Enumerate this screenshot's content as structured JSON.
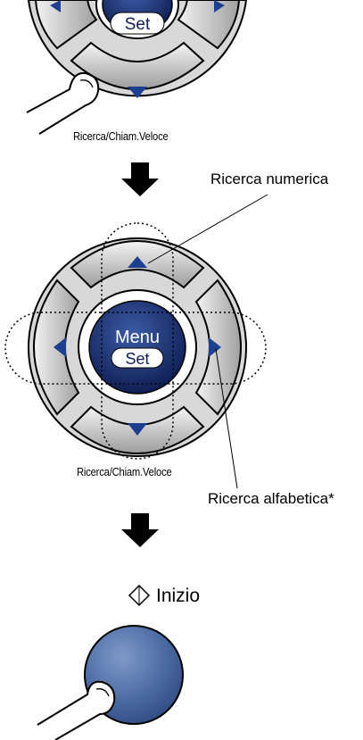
{
  "panel1": {
    "center_label": "Set",
    "caption": "Ricerca/Chiam.Veloce"
  },
  "panel2": {
    "center_top_label": "Menu",
    "center_bottom_label": "Set",
    "caption": "Ricerca/Chiam.Veloce",
    "callout_up": "Ricerca numerica",
    "callout_right": "Ricerca alfabetica*"
  },
  "panel3": {
    "start_label": "Inizio",
    "start_icon": "diamond-outline-icon"
  },
  "colors": {
    "key_light": "#eeeeee",
    "key_dark": "#9a9a9a",
    "arrow_blue": "#1d3f8f",
    "center_dark": "#0f1e56",
    "start_blue": "#3f5f95"
  }
}
